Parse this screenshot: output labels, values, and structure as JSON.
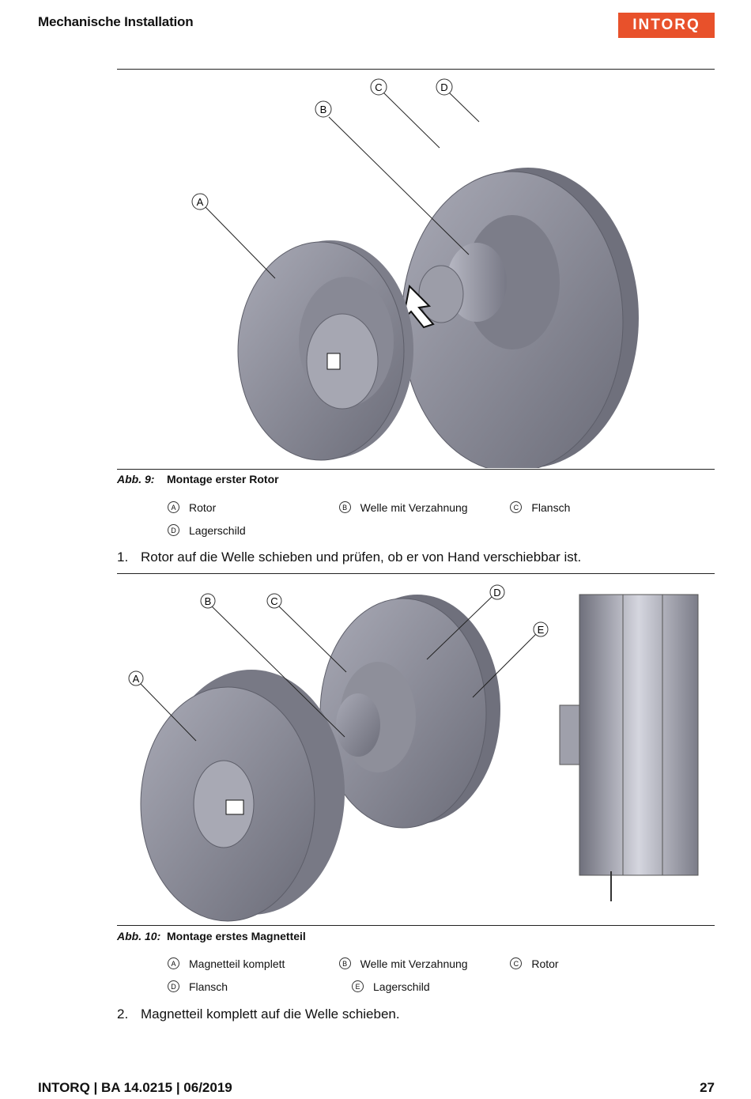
{
  "header": {
    "title": "Mechanische Installation",
    "logo_text": "INTORQ"
  },
  "figure1": {
    "number": "Abb. 9:",
    "caption": "Montage erster Rotor",
    "callouts": [
      "A",
      "B",
      "C",
      "D"
    ],
    "legend": [
      {
        "key": "A",
        "label": "Rotor"
      },
      {
        "key": "B",
        "label": "Welle mit Verzahnung"
      },
      {
        "key": "C",
        "label": "Flansch"
      },
      {
        "key": "D",
        "label": "Lagerschild"
      }
    ]
  },
  "step1": {
    "number": "1.",
    "text": "Rotor auf die Welle schieben und prüfen, ob er von Hand verschiebbar ist."
  },
  "figure2": {
    "number": "Abb. 10:",
    "caption": "Montage erstes Magnetteil",
    "callouts": [
      "A",
      "B",
      "C",
      "D",
      "E"
    ],
    "legend": [
      {
        "key": "A",
        "label": "Magnetteil komplett"
      },
      {
        "key": "B",
        "label": "Welle mit Verzahnung"
      },
      {
        "key": "C",
        "label": "Rotor"
      },
      {
        "key": "D",
        "label": "Flansch"
      },
      {
        "key": "E",
        "label": "Lagerschild"
      }
    ]
  },
  "step2": {
    "number": "2.",
    "text": "Magnetteil komplett auf die Welle schieben."
  },
  "footer": {
    "doc": "INTORQ | BA 14.0215 | 06/2019",
    "page": "27"
  },
  "colors": {
    "brand": "#e8512b",
    "metal": "#8e8f9a"
  }
}
